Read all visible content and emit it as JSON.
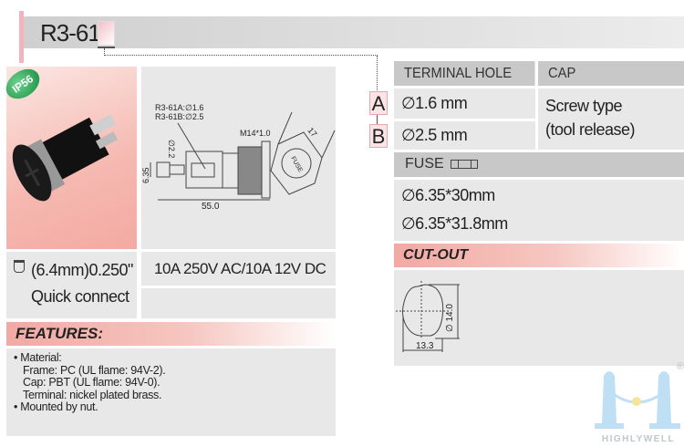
{
  "title": {
    "model": "R3-61"
  },
  "badge": "IP56",
  "drawing": {
    "label_a": "R3-61A:∅1.6",
    "label_b": "R3-61B:∅2.5",
    "thread": "M14*1.0",
    "dim_hex": "17",
    "dim_hole": "∅2.2",
    "dim_height": "6.35",
    "dim_length": "55.0",
    "cap_text": "FUSE"
  },
  "terminal": {
    "size": "(6.4mm)0.250\"",
    "type": "Quick connect"
  },
  "rating": "10A 250V AC/10A 12V DC",
  "features": {
    "title": "FEATURES:",
    "lines": [
      "• Material:",
      "Frame: PC (UL flame: 94V-2).",
      "Cap: PBT (UL flame: 94V-0).",
      "Terminal: nickel plated brass.",
      "• Mounted by nut."
    ]
  },
  "table": {
    "terminal_hole_header": "TERMINAL HOLE",
    "cap_header": "CAP",
    "row_a": {
      "label": "A",
      "value": "∅1.6 mm"
    },
    "row_b": {
      "label": "B",
      "value": "∅2.5 mm"
    },
    "cap_value_1": "Screw type",
    "cap_value_2": "(tool release)",
    "fuse_header": "FUSE",
    "fuse_values": [
      "∅6.35*30mm",
      "∅6.35*31.8mm"
    ]
  },
  "cutout": {
    "title": "CUT-OUT",
    "dim_height": "∅ 14.0",
    "dim_width": "13.3"
  },
  "logo": {
    "text": "HIGHLYWELL",
    "registered": "®"
  },
  "colors": {
    "pink": "#f2a9a4",
    "header_gray": "#c8c8c8",
    "cell_gray": "#e8e8e8",
    "logo_blue": "#bfe0f4"
  }
}
